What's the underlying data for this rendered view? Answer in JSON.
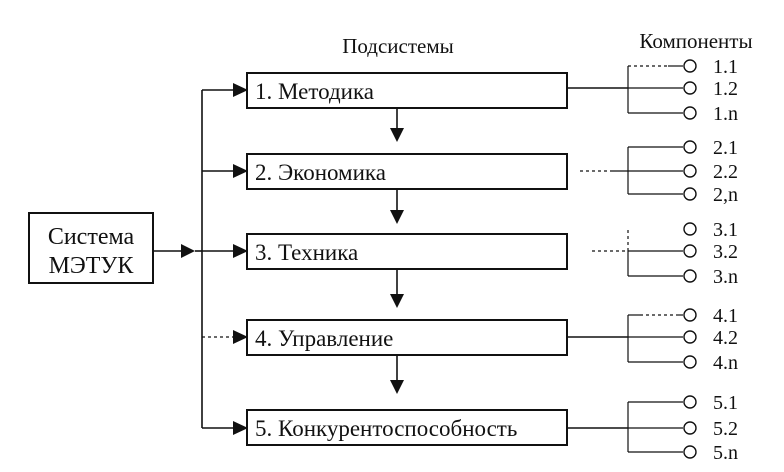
{
  "headers": {
    "subsystems": "Подсистемы",
    "components": "Компоненты"
  },
  "system": {
    "line1": "Система",
    "line2": "МЭТУК"
  },
  "subsystems": [
    {
      "label": "1. Методика",
      "components": [
        "1.1",
        "1.2",
        "1.n"
      ]
    },
    {
      "label": "2. Экономика",
      "components": [
        "2.1",
        "2.2",
        "2,n"
      ]
    },
    {
      "label": "3. Техника",
      "components": [
        "3.1",
        "3.2",
        "3.n"
      ]
    },
    {
      "label": "4. Управление",
      "components": [
        "4.1",
        "4.2",
        "4.n"
      ]
    },
    {
      "label": "5. Конкурентоспособность",
      "components": [
        "5.1",
        "5.2",
        "5.n"
      ]
    }
  ]
}
